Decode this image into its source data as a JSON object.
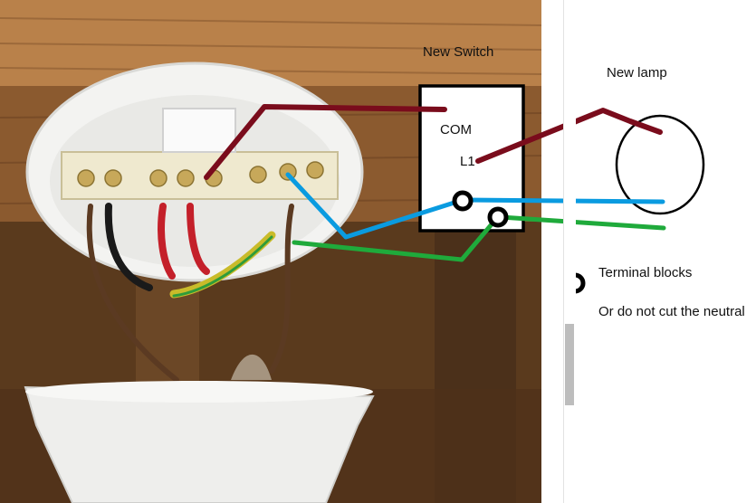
{
  "labels": {
    "new_switch": "New Switch",
    "com": "COM",
    "l1": "L1",
    "new_lamp": "New lamp",
    "legend_terminal_blocks": "Terminal blocks",
    "note_neutral": "Or do not cut the neutral"
  },
  "colors": {
    "live_wire": "#7a0c1c",
    "neutral_wire": "#0a9be0",
    "earth_wire": "#1faa3b",
    "outline": "#000000"
  },
  "photo": {
    "subject": "wood-ceiling-rose-photo"
  }
}
